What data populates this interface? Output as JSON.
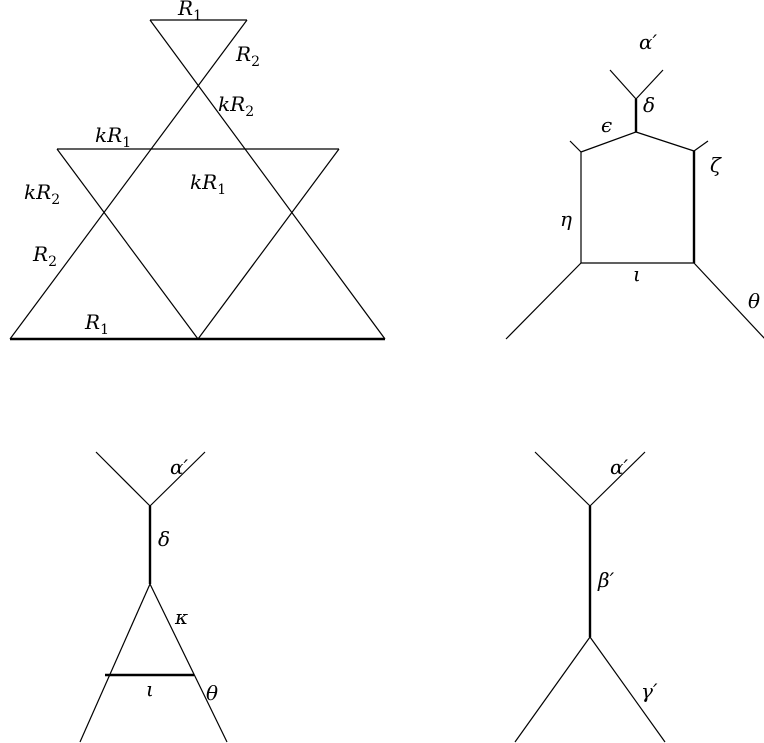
{
  "diagram_a": {
    "top_r1": "R1",
    "top_r2": "R2",
    "upper_kr2": "kR2",
    "upper_kr1": "kR1",
    "left_kr2": "kR2",
    "inner_kr1": "kR1",
    "left_r2": "R2",
    "bottom_r1": "R1"
  },
  "diagram_b": {
    "alpha": "α′",
    "delta": "δ",
    "epsilon": "ϵ",
    "zeta": "ζ",
    "eta": "η",
    "iota": "ι",
    "theta": "θ"
  },
  "diagram_c": {
    "alpha": "α′",
    "delta": "δ",
    "kappa": "κ",
    "iota": "ι",
    "theta": "θ"
  },
  "diagram_d": {
    "alpha": "α′",
    "beta": "β′",
    "gamma": "γ′"
  }
}
